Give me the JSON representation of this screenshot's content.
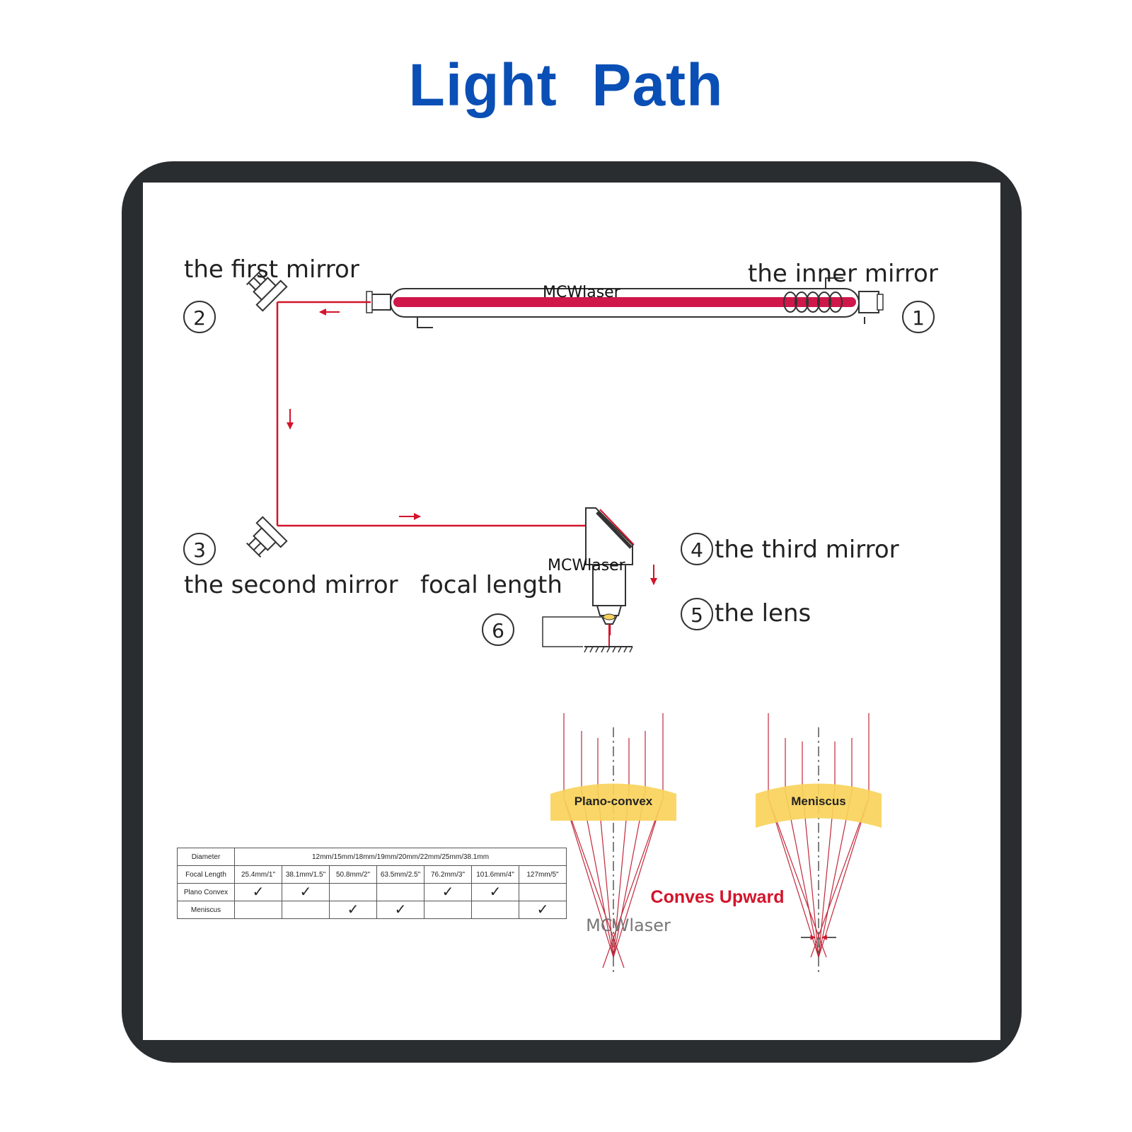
{
  "title": "Light  Path",
  "labels": {
    "inner_mirror": "the inner mirror",
    "first_mirror": "the first mirror",
    "second_mirror": "the second mirror",
    "third_mirror": "the third mirror",
    "lens": "the lens",
    "focal_length": "focal length",
    "n1": "1",
    "n2": "2",
    "n3": "3",
    "n4": "4",
    "n5": "5",
    "n6": "6"
  },
  "watermarks": {
    "w1": "MCWlaser",
    "w2": "MCWlaser",
    "w3": "MCWlaser"
  },
  "lens_types": {
    "plano_convex": "Plano-convex",
    "meniscus": "Meniscus",
    "note": "Conves Upward"
  },
  "colors": {
    "title": "#0a4fb5",
    "frame": "#2a2d30",
    "beam": "#d3142a",
    "tube_core": "#d0174a",
    "lens_fill": "#f8d25a",
    "note": "#d3142a"
  },
  "table": {
    "diameter_label": "Diameter",
    "diameter_value": "12mm/15mm/18mm/19mm/20mm/22mm/25mm/38.1mm",
    "focal_label": "Focal Length",
    "focal_lengths": [
      "25.4mm/1\"",
      "38.1mm/1.5\"",
      "50.8mm/2\"",
      "63.5mm/2.5\"",
      "76.2mm/3\"",
      "101.6mm/4\"",
      "127mm/5\""
    ],
    "rows": [
      {
        "label": "Plano Convex",
        "checks": [
          "✓",
          "✓",
          "",
          "",
          "✓",
          "✓",
          ""
        ]
      },
      {
        "label": "Meniscus",
        "checks": [
          "",
          "",
          "✓",
          "✓",
          "",
          "",
          "✓"
        ]
      }
    ]
  }
}
